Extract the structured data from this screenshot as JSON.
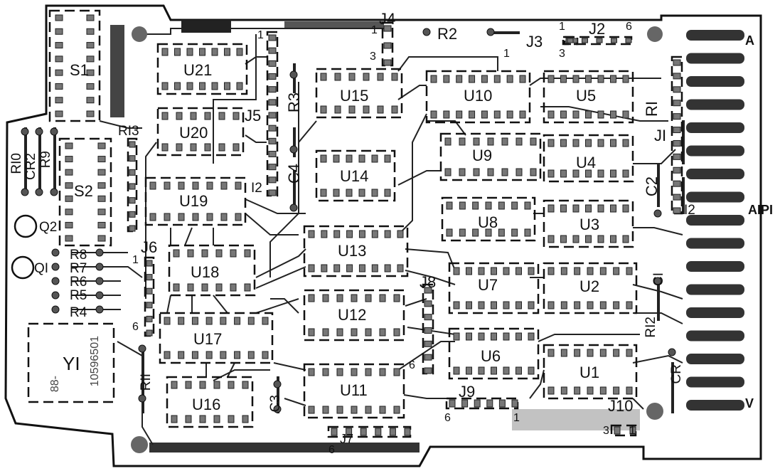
{
  "edge_labels": {
    "top": "A",
    "mid": "AIPI",
    "bottom": "V"
  },
  "components": {
    "u21": "U21",
    "u20": "U20",
    "u19": "U19",
    "u18": "U18",
    "u17": "U17",
    "u16": "U16",
    "u15": "U15",
    "u14": "U14",
    "u13": "U13",
    "u12": "U12",
    "u11": "U11",
    "u10": "U10",
    "u9": "U9",
    "u8": "U8",
    "u7": "U7",
    "u6": "U6",
    "u5": "U5",
    "u4": "U4",
    "u3": "U3",
    "u2": "U2",
    "u1": "U1",
    "s1": "S1",
    "s2": "S2",
    "y1": "YI",
    "q1": "QI",
    "q2": "Q2",
    "j1": "JI",
    "j2": "J2",
    "j3": "J3",
    "j4": "J4",
    "j5": "J5",
    "j6": "J6",
    "j7": "J7",
    "j8": "J8",
    "j9": "J9",
    "j10": "J10",
    "r1": "RI",
    "r2": "R2",
    "r3": "R3",
    "r4": "R4",
    "r5": "R5",
    "r6": "R6",
    "r7": "R7",
    "r8": "R8",
    "r9": "R9",
    "r10": "RI0",
    "r11": "RII",
    "r12": "RI2",
    "r13": "RI3",
    "c1": "CI",
    "c2": "C2",
    "c3": "C3",
    "c4": "C4",
    "cr1": "CR",
    "cr2": "CR2",
    "i2a": "I2",
    "i2b": "I2"
  },
  "pin_marks": {
    "j2_left": "1",
    "j2_right": "6",
    "j3_left": "1",
    "j3_right": "3",
    "j4_top": "1",
    "j4_bottom": "3",
    "j5_top": "1",
    "j6_top": "1",
    "j6_bottom": "6",
    "j8_bottom": "6",
    "j9_left": "6",
    "j9_right": "1",
    "j10_left": "3",
    "j10_right": "1",
    "j7_left": "6"
  },
  "crystal_marks": {
    "line1": "10596501",
    "line2": "88-"
  }
}
